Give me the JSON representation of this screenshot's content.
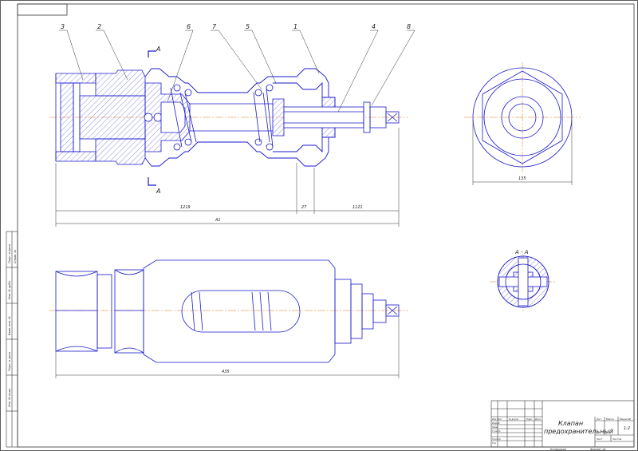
{
  "colors": {
    "part_line": "#1a1acc",
    "frame_line": "#333333",
    "axis_line": "#e07a1a",
    "hatch": "#1a1acc"
  },
  "callouts": [
    "3",
    "2",
    "6",
    "7",
    "5",
    "1",
    "4",
    "8"
  ],
  "section_letter": "A",
  "section_title": "А - А",
  "dimensions": {
    "d_1219": "1219",
    "d_27": "27",
    "d_1121": "1121",
    "d_a1": "А1",
    "d_435": "435",
    "d_135": "135"
  },
  "title_block": {
    "name_line1": "Клапан",
    "name_line2": "предохранительный",
    "col_lit": "Лит",
    "col_mass": "Масса",
    "col_scale": "Масштаб",
    "scale": "1:2",
    "sheet_label": "Лист",
    "sheets_label": "Листов",
    "row_change": "Изм Лист",
    "row_doc": "№ докум.",
    "row_sign": "Подп.",
    "row_date": "Дата",
    "row_dev": "Разраб.",
    "row_check": "Пров.",
    "row_tcontrol": "Т.контр",
    "row_ncontrol": "Н.контр",
    "row_approve": "Утв.",
    "copied": "Копировал",
    "format": "Формат   А1"
  },
  "side_stamp": [
    "Подп. и дата",
    "Инв. № дубл.",
    "Взам. инв. №",
    "Подп. и дата",
    "Инв. № подл.",
    "Справ. №"
  ]
}
